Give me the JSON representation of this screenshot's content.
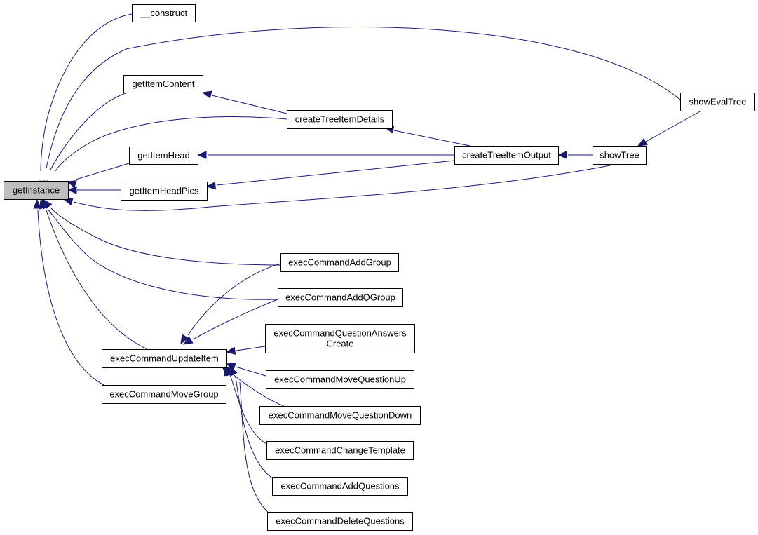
{
  "graph": {
    "nodes": {
      "getInstance": {
        "label": "getInstance",
        "highlight": true
      },
      "construct": {
        "label": "__construct"
      },
      "getItemContent": {
        "label": "getItemContent"
      },
      "getItemHead": {
        "label": "getItemHead"
      },
      "getItemHeadPics": {
        "label": "getItemHeadPics"
      },
      "createTreeItemDetails": {
        "label": "createTreeItemDetails"
      },
      "createTreeItemOutput": {
        "label": "createTreeItemOutput"
      },
      "showTree": {
        "label": "showTree"
      },
      "showEvalTree": {
        "label": "showEvalTree"
      },
      "execCommandAddGroup": {
        "label": "execCommandAddGroup"
      },
      "execCommandAddQGroup": {
        "label": "execCommandAddQGroup"
      },
      "execCommandQuestionAnswersCreate": {
        "label": [
          "execCommandQuestionAnswers",
          "Create"
        ]
      },
      "execCommandUpdateItem": {
        "label": "execCommandUpdateItem"
      },
      "execCommandMoveGroup": {
        "label": "execCommandMoveGroup"
      },
      "execCommandMoveQuestionUp": {
        "label": "execCommandMoveQuestionUp"
      },
      "execCommandMoveQuestionDown": {
        "label": "execCommandMoveQuestionDown"
      },
      "execCommandChangeTemplate": {
        "label": "execCommandChangeTemplate"
      },
      "execCommandAddQuestions": {
        "label": "execCommandAddQuestions"
      },
      "execCommandDeleteQuestions": {
        "label": "execCommandDeleteQuestions"
      }
    },
    "edges": [
      {
        "from": "construct",
        "to": "getInstance"
      },
      {
        "from": "showEvalTree",
        "to": "getInstance"
      },
      {
        "from": "getItemContent",
        "to": "getInstance"
      },
      {
        "from": "createTreeItemDetails",
        "to": "getInstance"
      },
      {
        "from": "getItemHead",
        "to": "getInstance"
      },
      {
        "from": "getItemHeadPics",
        "to": "getInstance"
      },
      {
        "from": "showTree",
        "to": "getInstance"
      },
      {
        "from": "execCommandAddGroup",
        "to": "getInstance"
      },
      {
        "from": "execCommandAddQGroup",
        "to": "getInstance"
      },
      {
        "from": "execCommandUpdateItem",
        "to": "getInstance"
      },
      {
        "from": "execCommandMoveGroup",
        "to": "getInstance"
      },
      {
        "from": "createTreeItemDetails",
        "to": "getItemContent"
      },
      {
        "from": "createTreeItemOutput",
        "to": "createTreeItemDetails"
      },
      {
        "from": "createTreeItemOutput",
        "to": "getItemHead"
      },
      {
        "from": "createTreeItemOutput",
        "to": "getItemHeadPics"
      },
      {
        "from": "showTree",
        "to": "createTreeItemOutput"
      },
      {
        "from": "showEvalTree",
        "to": "showTree"
      },
      {
        "from": "execCommandAddGroup",
        "to": "execCommandUpdateItem"
      },
      {
        "from": "execCommandAddQGroup",
        "to": "execCommandUpdateItem"
      },
      {
        "from": "execCommandQuestionAnswersCreate",
        "to": "execCommandUpdateItem"
      },
      {
        "from": "execCommandMoveQuestionUp",
        "to": "execCommandUpdateItem"
      },
      {
        "from": "execCommandMoveQuestionDown",
        "to": "execCommandUpdateItem"
      },
      {
        "from": "execCommandChangeTemplate",
        "to": "execCommandUpdateItem"
      },
      {
        "from": "execCommandAddQuestions",
        "to": "execCommandUpdateItem"
      },
      {
        "from": "execCommandDeleteQuestions",
        "to": "execCommandUpdateItem"
      }
    ]
  },
  "colors": {
    "edge": "#191970",
    "highlight_fill": "#bfbfbf",
    "node_fill": "#ffffff",
    "node_border": "#000000"
  }
}
